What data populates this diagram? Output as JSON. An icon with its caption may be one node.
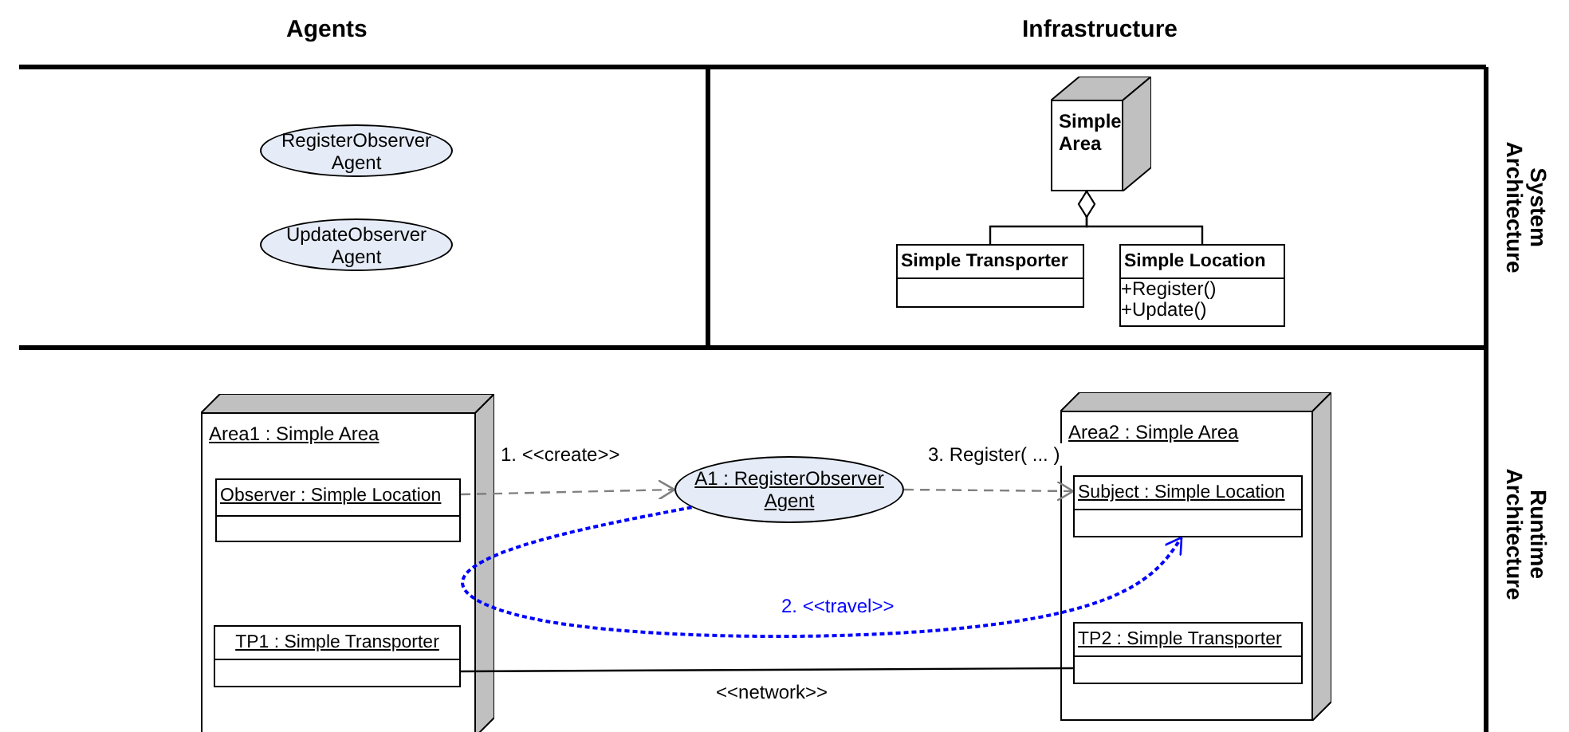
{
  "diagram": {
    "nodes": [
      {
        "text": [
          "RegisterObserver Agent"
        ]
      },
      {
        "text": [
          "UpdateObserver Agent"
        ]
      },
      {
        "text": [
          "Simple Area"
        ]
      },
      {
        "text": [
          "Simple Transporter"
        ]
      },
      {
        "text": [
          "Simple Location",
          "+Register()",
          "+Update()"
        ]
      },
      {
        "text": [
          "Area1 : Simple Area"
        ]
      },
      {
        "text": [
          "Observer : Simple Location"
        ],
        "in": 5
      },
      {
        "text": [
          "TP1 : Simple Transporter"
        ],
        "in": 5
      },
      {
        "text": [
          "A1 : RegisterObserver Agent"
        ]
      },
      {
        "text": [
          "Area2 : Simple Area"
        ]
      },
      {
        "text": [
          "Subject : Simple Location"
        ],
        "in": 9
      },
      {
        "text": [
          "TP2 : Simple Transporter"
        ],
        "in": 9
      }
    ],
    "edges": [
      {
        "from": 3,
        "to": 2,
        "arrow": "other"
      },
      {
        "from": 4,
        "to": 2,
        "arrow": "other"
      },
      {
        "from": 6,
        "to": 8,
        "arrow": "to",
        "label": "1. <<create>>",
        "style": "dashed",
        "color": "#808080"
      },
      {
        "from": 8,
        "to": 10,
        "arrow": "to",
        "label": "3. Register( ... )",
        "style": "dashed",
        "color": "#808080"
      },
      {
        "from": 8,
        "to": 10,
        "arrow": "to",
        "label": "2. <<travel>>",
        "style": "dashed",
        "color": "#0000ff"
      },
      {
        "from": 7,
        "to": 11,
        "arrow": "none",
        "label": "<<network>>"
      }
    ],
    "labels": [
      "Agents",
      "Infrastructure",
      "System Architecture",
      "Runtime Architecture"
    ]
  }
}
